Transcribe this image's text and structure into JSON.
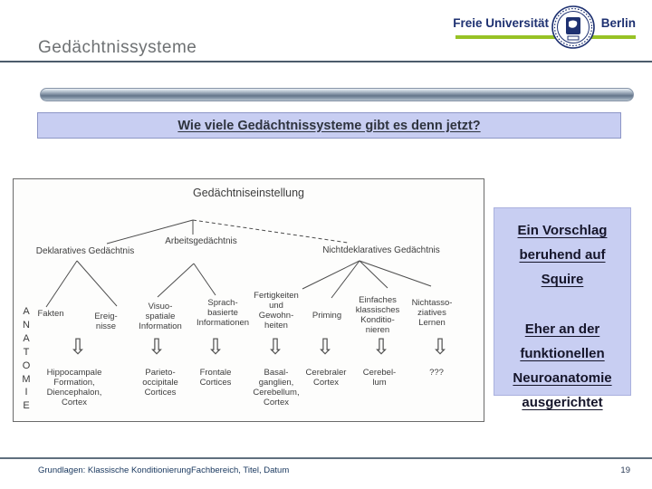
{
  "header": {
    "title": "Gedächtnissysteme",
    "logo": {
      "left_text": "Freie Universität",
      "right_text": "Berlin"
    }
  },
  "question": {
    "text": "Wie viele Gedächtnissysteme gibt es denn jetzt?"
  },
  "diagram": {
    "title": "Gedächtniseinstellung",
    "anatomy_vertical": "A\nN\nA\nT\nO\nM\nI\nE",
    "level1": [
      "Deklaratives Gedächtnis",
      "Arbeitsgedächtnis",
      "Nichtdeklaratives Gedächtnis"
    ],
    "level2": [
      "Fakten",
      "Ereig-\nnisse",
      "Visuo-\nspatiale\nInformation",
      "Sprach-\nbasierte\nInformationen",
      "Fertigkeiten\nund\nGewohn-\nheiten",
      "Priming",
      "Einfaches\nklassisches\nKonditio-\nnieren",
      "Nichtasso-\nziatives\nLernen"
    ],
    "level3": [
      "Hippocampale\nFormation,\nDiencephalon,\nCortex",
      "Parieto-\noccipitale\nCortices",
      "Frontale\nCortices",
      "Basal-\nganglien,\nCerebellum,\nCortex",
      "Cerebraler\nCortex",
      "Cerebel-\nlum",
      "???"
    ]
  },
  "icons": {
    "down_arrow": "⇩"
  },
  "note": {
    "block1": "Ein Vorschlag\nberuhend auf\nSquire",
    "block2": "Eher an der\nfunktionellen\nNeuroanatomie\nausgerichtet"
  },
  "footer": {
    "left": "Grundlagen: Klassische KonditionierungFachbereich, Titel, Datum",
    "page": "19"
  },
  "colors": {
    "accent_green": "#97c225",
    "box_fill": "#c8cef2",
    "logo_navy": "#1e3171",
    "footer_navy": "#17365d",
    "title_gray": "#6e7173"
  }
}
